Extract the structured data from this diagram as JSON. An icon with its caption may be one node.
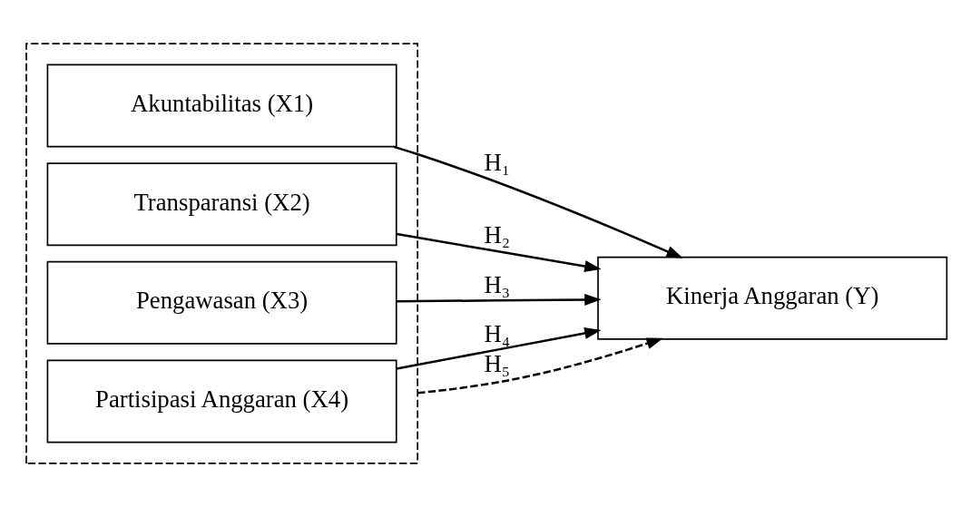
{
  "diagram": {
    "nodes": [
      {
        "text": [],
        "shape": "box"
      },
      {
        "text": [
          "Akuntabilitas (X1)"
        ],
        "in": 0
      },
      {
        "text": [
          "Transparansi (X2)"
        ],
        "in": 0
      },
      {
        "text": [
          "Pengawasan (X3)"
        ],
        "in": 0
      },
      {
        "text": [
          "Partisipasi Anggaran (X4)"
        ],
        "in": 0
      },
      {
        "text": [
          "Kinerja Anggaran (Y)"
        ]
      }
    ],
    "edges": [
      {
        "from": 1,
        "to": 5,
        "arrow": "to",
        "label": "H₁"
      },
      {
        "from": 2,
        "to": 5,
        "arrow": "to",
        "label": "H₂"
      },
      {
        "from": 3,
        "to": 5,
        "arrow": "to",
        "label": "H₃"
      },
      {
        "from": 4,
        "to": 5,
        "arrow": "to",
        "label": "H₄"
      },
      {
        "from": 0,
        "to": 5,
        "arrow": "to",
        "label": "H₅",
        "style": "dashed"
      }
    ]
  }
}
